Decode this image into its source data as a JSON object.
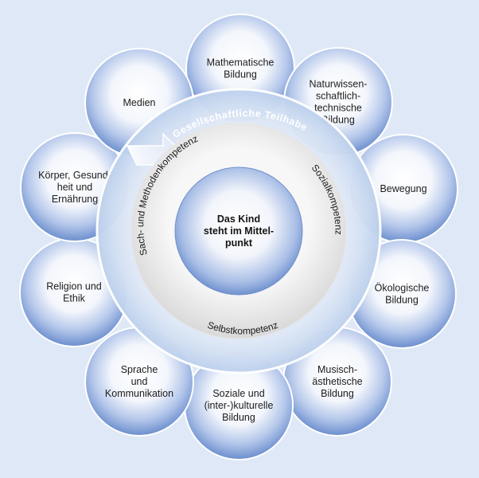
{
  "center": {
    "lines": [
      "Das Kind",
      "steht im Mittel-",
      "punkt"
    ]
  },
  "band_label": "Gesellschaftliche  Teilhabe",
  "ring_labels": {
    "left": "Sach- und Methodenkompetenz",
    "right": "Sozialkompetenz",
    "bottom": "Selbstkompetenz"
  },
  "bubbles": [
    {
      "id": "mathematische-bildung",
      "lines": [
        "Mathematische",
        "Bildung"
      ]
    },
    {
      "id": "naturwissenschaftlich-technische-bildung",
      "lines": [
        "Naturwissen-",
        "schaftlich-",
        "technische",
        "Bildung"
      ]
    },
    {
      "id": "bewegung",
      "lines": [
        "Bewegung"
      ]
    },
    {
      "id": "oekologische-bildung",
      "lines": [
        "Ökologische",
        "Bildung"
      ]
    },
    {
      "id": "musisch-aesthetische-bildung",
      "lines": [
        "Musisch-",
        "ästhetische",
        "Bildung"
      ]
    },
    {
      "id": "soziale-und-interkulturelle-bildung",
      "lines": [
        "Soziale und",
        "(inter-)kulturelle",
        "Bildung"
      ]
    },
    {
      "id": "sprache-und-kommunikation",
      "lines": [
        "Sprache",
        "und",
        "Kommunikation"
      ]
    },
    {
      "id": "religion-und-ethik",
      "lines": [
        "Religion und",
        "Ethik"
      ]
    },
    {
      "id": "koerper-gesundheit-ernaehrung",
      "lines": [
        "Körper, Gesund-",
        "heit und",
        "Ernährung"
      ]
    },
    {
      "id": "medien",
      "lines": [
        "Medien"
      ]
    }
  ],
  "colors": {
    "background": "#dfe8f6",
    "bubble_edge": "#5b7fc4",
    "bubble_light": "#ffffff",
    "band": "#bcd0ec",
    "ring_inner": "#f1f1f1"
  }
}
